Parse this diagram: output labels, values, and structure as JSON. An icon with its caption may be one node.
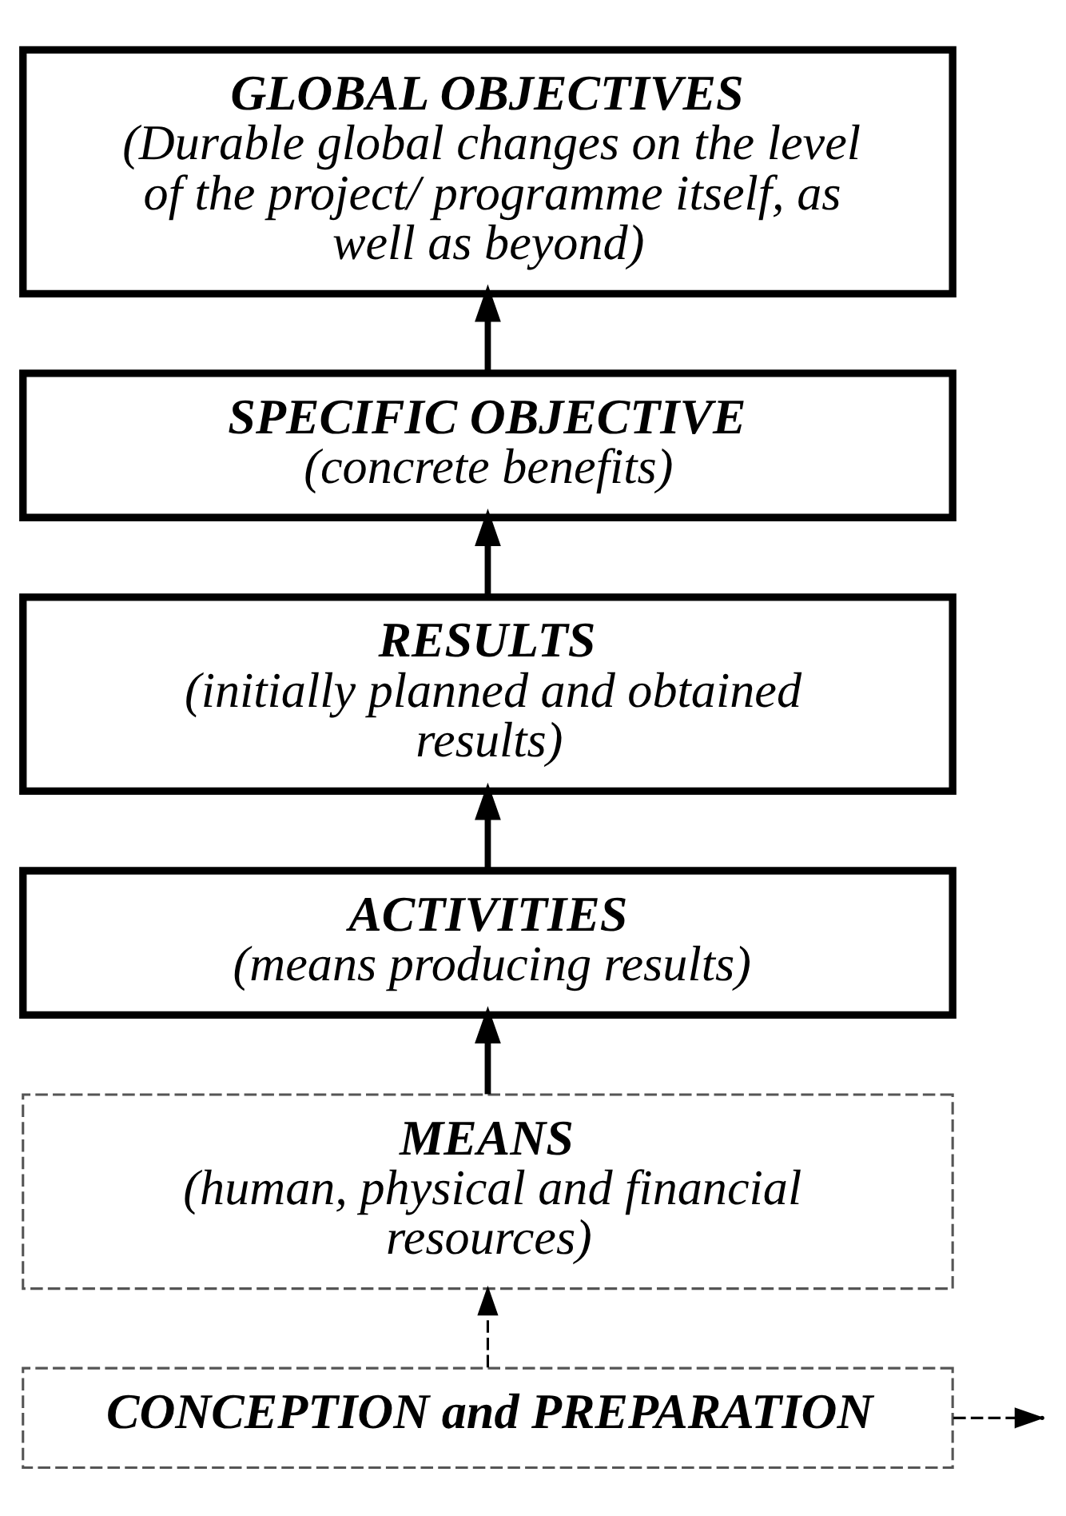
{
  "diagram": {
    "nodes": [
      {
        "text": [
          "GLOBAL OBJECTIVES",
          "(Durable global changes on the level of the project/ programme itself, as well as beyond)"
        ]
      },
      {
        "text": [
          "SPECIFIC OBJECTIVE",
          "(concrete benefits)"
        ]
      },
      {
        "text": [
          "RESULTS",
          "(initially planned and obtained results)"
        ]
      },
      {
        "text": [
          "ACTIVITIES",
          "(means producing results)"
        ]
      },
      {
        "text": [
          "MEANS",
          "(human, physical and financial resources)"
        ]
      },
      {
        "text": [
          "CONCEPTION and PREPARATION"
        ]
      }
    ],
    "edges": [
      {
        "from": 1,
        "to": 0,
        "arrow": "to"
      },
      {
        "from": 2,
        "to": 1,
        "arrow": "to"
      },
      {
        "from": 3,
        "to": 2,
        "arrow": "to"
      },
      {
        "from": 4,
        "to": 3,
        "arrow": "to"
      },
      {
        "from": 5,
        "to": 4,
        "arrow": "to",
        "style": "dashed"
      },
      {
        "from": 5,
        "to": null,
        "arrow": "to",
        "style": "dashed"
      }
    ]
  }
}
